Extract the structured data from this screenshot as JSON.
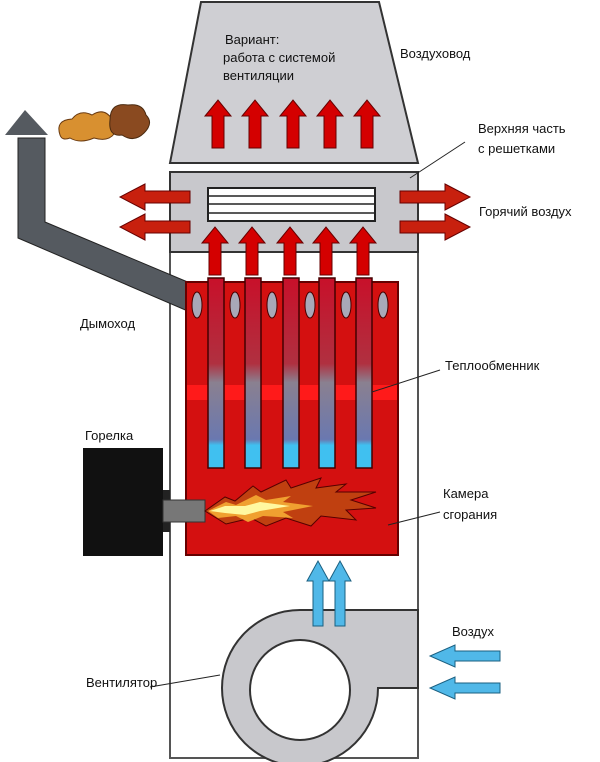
{
  "labels": {
    "variant_line1": "Вариант:",
    "variant_line2": "работа с системой",
    "variant_line3": "вентиляции",
    "duct": "Воздуховод",
    "upper_part_line1": "Верхняя часть",
    "upper_part_line2": "с решетками",
    "hot_air": "Горячий воздух",
    "chimney": "Дымоход",
    "heat_exchanger": "Теплообменник",
    "burner": "Горелка",
    "chamber_line1": "Камера",
    "chamber_line2": "сгорания",
    "air": "Воздух",
    "fan": "Вентилятор"
  },
  "colors": {
    "hot": "#d40000",
    "cold": "#3fb4e0",
    "housing": "#c8c8cc",
    "chimney": "#555a60"
  }
}
